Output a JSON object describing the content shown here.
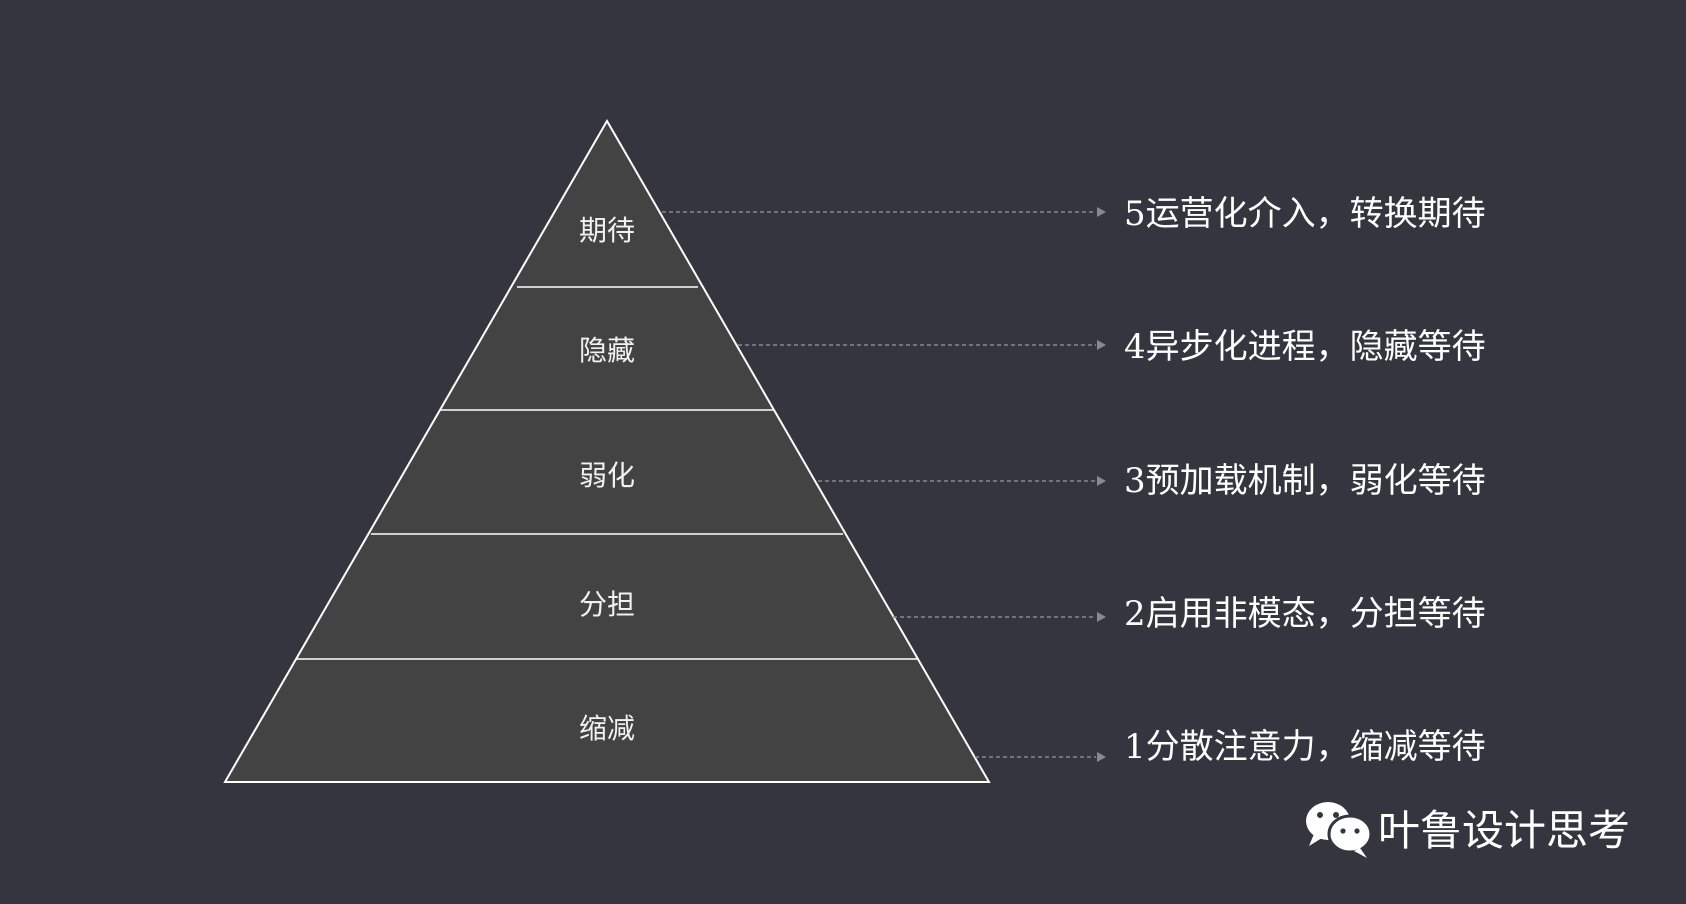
{
  "diagram": {
    "levels": [
      {
        "label": "期待"
      },
      {
        "label": "隐藏"
      },
      {
        "label": "弱化"
      },
      {
        "label": "分担"
      },
      {
        "label": "缩减"
      }
    ],
    "items": [
      {
        "label": "5运营化介入，转换期待"
      },
      {
        "label": "4异步化进程，隐藏等待"
      },
      {
        "label": "3预加载机制，弱化等待"
      },
      {
        "label": "2启用非模态，分担等待"
      },
      {
        "label": "1分散注意力，缩减等待"
      }
    ]
  },
  "brand": {
    "name": "叶鲁设计思考",
    "icon": "wechat-icon"
  },
  "colors": {
    "background": "#353540",
    "pyramid_fill": "#434343",
    "pyramid_stroke": "#ffffff",
    "connector": "#8a8a8a",
    "text": "#ffffff"
  }
}
